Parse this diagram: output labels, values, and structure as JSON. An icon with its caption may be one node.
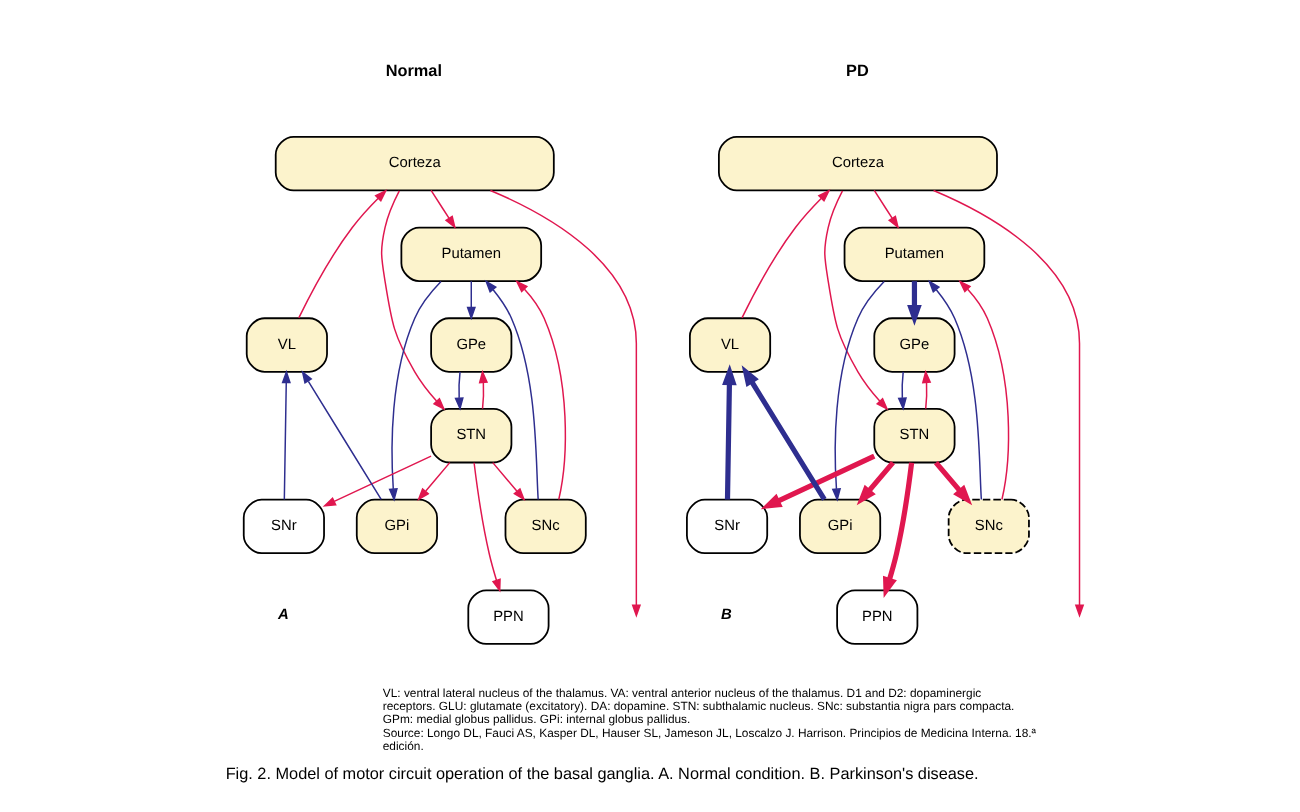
{
  "diagram": {
    "caption": "Fig. 2. Model of motor circuit operation of the basal ganglia. A. Normal condition. B. Parkinson's disease.",
    "nodes": [
      {
        "text": [
          "Corteza"
        ]
      },
      {
        "text": [
          "Putamen"
        ]
      },
      {
        "text": [
          "SNc"
        ]
      },
      {
        "text": [
          "GPe"
        ]
      },
      {
        "text": [
          "STN"
        ]
      },
      {
        "text": [
          "GPi"
        ]
      },
      {
        "text": [
          "SNr"
        ]
      },
      {
        "text": [
          "PPN"
        ]
      },
      {
        "text": [
          "VL"
        ]
      },
      {
        "text": [
          "Corteza"
        ]
      },
      {
        "text": [
          "Putamen"
        ]
      },
      {
        "text": [
          "SNc"
        ]
      },
      {
        "text": [
          "GPe"
        ]
      },
      {
        "text": [
          "STN"
        ]
      },
      {
        "text": [
          "GPi"
        ]
      },
      {
        "text": [
          "SNr"
        ]
      },
      {
        "text": [
          "PPN"
        ]
      },
      {
        "text": [
          "VL"
        ]
      }
    ],
    "edges": [
      {
        "from": 0,
        "to": 1,
        "arrow": "to",
        "color": "#e0174f"
      },
      {
        "from": 0,
        "to": null,
        "arrow": "to",
        "color": "#e0174f"
      },
      {
        "from": 0,
        "to": 4,
        "arrow": "to",
        "color": "#e0174f"
      },
      {
        "from": 8,
        "to": 0,
        "arrow": "to",
        "color": "#e0174f"
      },
      {
        "from": 1,
        "to": 3,
        "arrow": "to",
        "color": "#2e2e8f"
      },
      {
        "from": 1,
        "to": 5,
        "arrow": "to",
        "color": "#2e2e8f"
      },
      {
        "from": 2,
        "to": 1,
        "arrow": "to",
        "color": "#2e2e8f"
      },
      {
        "from": 2,
        "to": 1,
        "arrow": "to",
        "color": "#e0174f"
      },
      {
        "from": 3,
        "to": 4,
        "arrow": "to",
        "color": "#2e2e8f"
      },
      {
        "from": 4,
        "to": 3,
        "arrow": "to",
        "color": "#e0174f"
      },
      {
        "from": 4,
        "to": 2,
        "arrow": "to",
        "color": "#e0174f"
      },
      {
        "from": 4,
        "to": 5,
        "arrow": "to",
        "color": "#e0174f"
      },
      {
        "from": 4,
        "to": 6,
        "arrow": "to",
        "color": "#e0174f"
      },
      {
        "from": 4,
        "to": 7,
        "arrow": "to",
        "color": "#e0174f"
      },
      {
        "from": 5,
        "to": 8,
        "arrow": "to",
        "color": "#2e2e8f"
      },
      {
        "from": 6,
        "to": 8,
        "arrow": "to",
        "color": "#2e2e8f"
      },
      {
        "from": 9,
        "to": 10,
        "arrow": "to",
        "color": "#e0174f"
      },
      {
        "from": 9,
        "to": null,
        "arrow": "to",
        "color": "#e0174f"
      },
      {
        "from": 9,
        "to": 13,
        "arrow": "to",
        "color": "#e0174f"
      },
      {
        "from": 17,
        "to": 9,
        "arrow": "to",
        "color": "#e0174f"
      },
      {
        "from": 10,
        "to": 12,
        "arrow": "to",
        "style": "thick",
        "color": "#2e2e8f"
      },
      {
        "from": 10,
        "to": 14,
        "arrow": "to",
        "color": "#2e2e8f"
      },
      {
        "from": 11,
        "to": 10,
        "arrow": "to",
        "color": "#2e2e8f"
      },
      {
        "from": 11,
        "to": 10,
        "arrow": "to",
        "color": "#e0174f"
      },
      {
        "from": 12,
        "to": 13,
        "arrow": "to",
        "color": "#2e2e8f"
      },
      {
        "from": 13,
        "to": 12,
        "arrow": "to",
        "color": "#e0174f"
      },
      {
        "from": 13,
        "to": 11,
        "arrow": "to",
        "style": "thick",
        "color": "#e0174f"
      },
      {
        "from": 13,
        "to": 14,
        "arrow": "to",
        "style": "thick",
        "color": "#e0174f"
      },
      {
        "from": 13,
        "to": 15,
        "arrow": "to",
        "style": "thick",
        "color": "#e0174f"
      },
      {
        "from": 13,
        "to": 16,
        "arrow": "to",
        "style": "thick",
        "color": "#e0174f"
      },
      {
        "from": 14,
        "to": 17,
        "arrow": "to",
        "style": "thick",
        "color": "#2e2e8f"
      },
      {
        "from": 15,
        "to": 17,
        "arrow": "to",
        "style": "thick",
        "color": "#2e2e8f"
      }
    ],
    "labels": [
      "Normal",
      "PD",
      "A",
      "B",
      "VL: ventral lateral nucleus of the thalamus. VA: ventral anterior nucleus of the thalamus. D1 and D2: dopaminergic receptors. GLU: glutamate (excitatory). DA: dopamine. STN: subthalamic nucleus. SNc: substantia nigra pars compacta. GPm: medial globus pallidus. GPi: internal globus pallidus.",
      "Source: Longo DL, Fauci AS, Kasper DL, Hauser SL, Jameson JL, Loscalzo J. Harrison. Principios de Medicina Interna. 18.ª edición."
    ]
  }
}
